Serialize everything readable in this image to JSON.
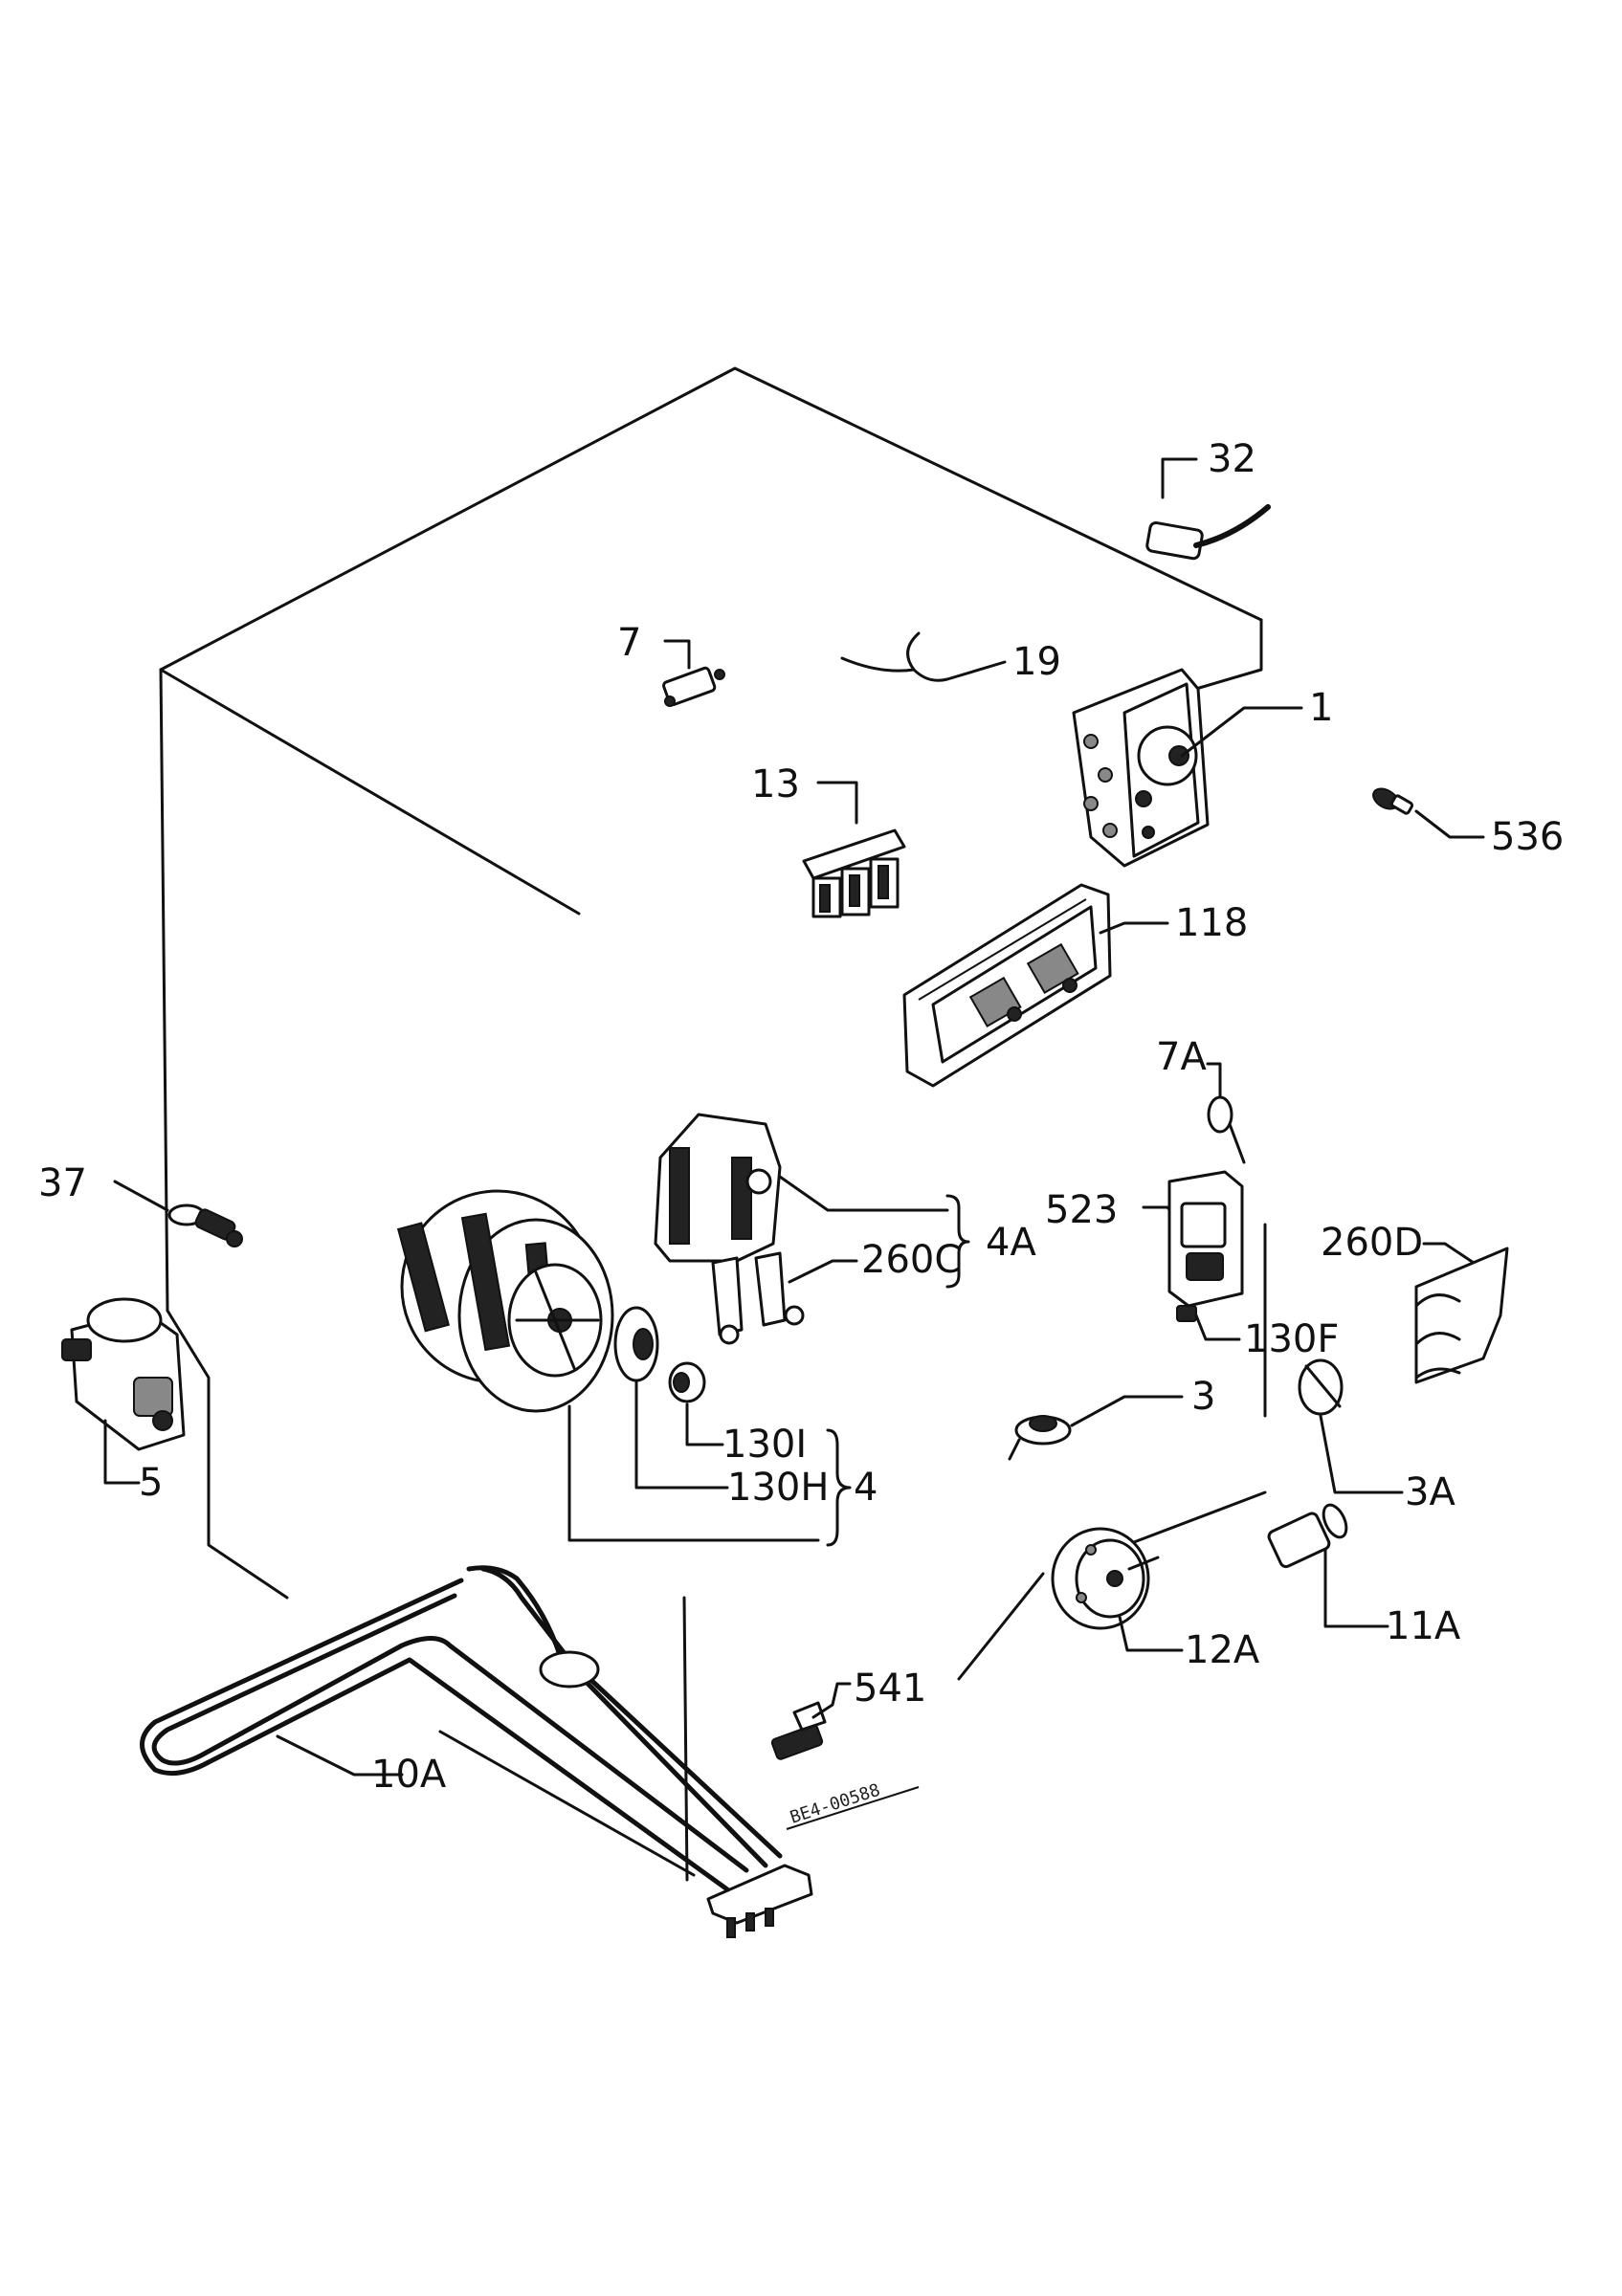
{
  "labels": {
    "p1": "1",
    "p3": "3",
    "p3A": "3A",
    "p4": "4",
    "p4A": "4A",
    "p5": "5",
    "p7": "7",
    "p7A": "7A",
    "p10A": "10A",
    "p11A": "11A",
    "p12A": "12A",
    "p13": "13",
    "p19": "19",
    "p32": "32",
    "p37": "37",
    "p118": "118",
    "p130F": "130F",
    "p130H": "130H",
    "p130I": "130I",
    "p260C": "260C",
    "p260D": "260D",
    "p523": "523",
    "p536": "536",
    "p541": "541"
  },
  "stamp": "BE4-00588"
}
